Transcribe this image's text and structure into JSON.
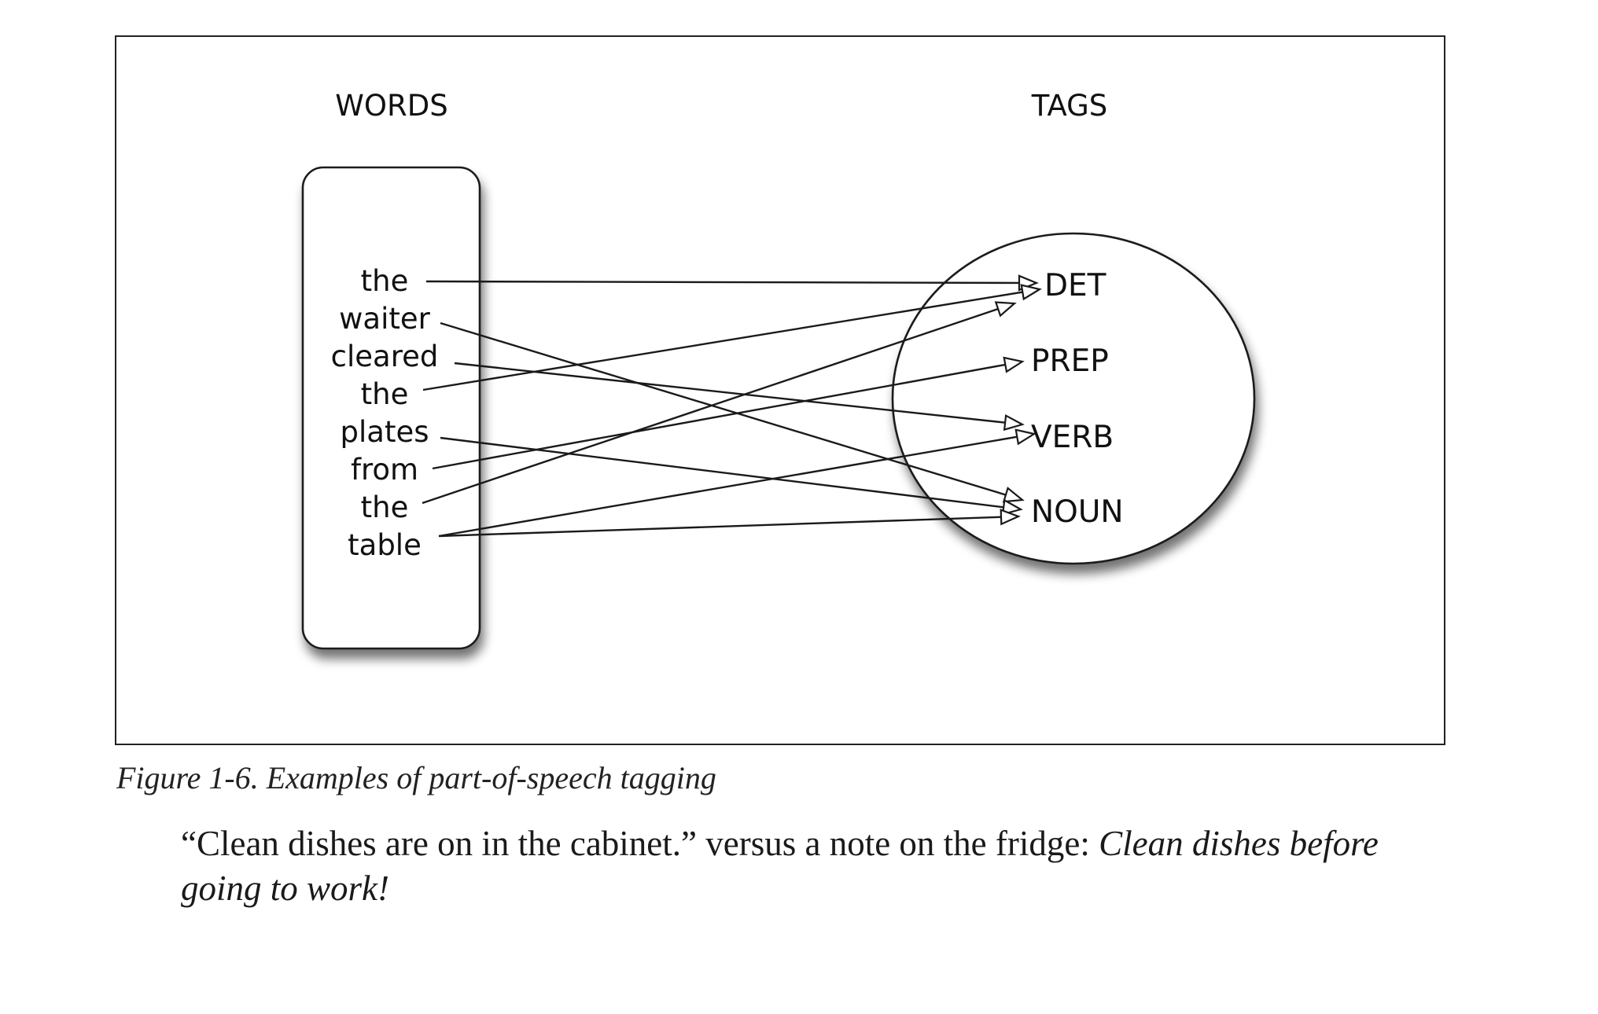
{
  "diagram": {
    "words_header": "WORDS",
    "tags_header": "TAGS",
    "words": [
      "the",
      "waiter",
      "cleared",
      "the",
      "plates",
      "from",
      "the",
      "table"
    ],
    "tags": [
      "DET",
      "PREP",
      "VERB",
      "NOUN"
    ],
    "mappings": [
      {
        "word_index": 0,
        "tag": "DET"
      },
      {
        "word_index": 1,
        "tag": "NOUN"
      },
      {
        "word_index": 2,
        "tag": "VERB"
      },
      {
        "word_index": 3,
        "tag": "DET"
      },
      {
        "word_index": 4,
        "tag": "NOUN"
      },
      {
        "word_index": 5,
        "tag": "PREP"
      },
      {
        "word_index": 6,
        "tag": "DET"
      },
      {
        "word_index": 7,
        "tag": "VERB"
      },
      {
        "word_index": 7,
        "tag": "NOUN"
      }
    ]
  },
  "caption": "Figure 1-6. Examples of part-of-speech tagging",
  "body": {
    "quote": "“Clean dishes are on in the cabinet.” versus a note on the fridge: ",
    "emphasis": "Clean dishes before going to work!"
  }
}
